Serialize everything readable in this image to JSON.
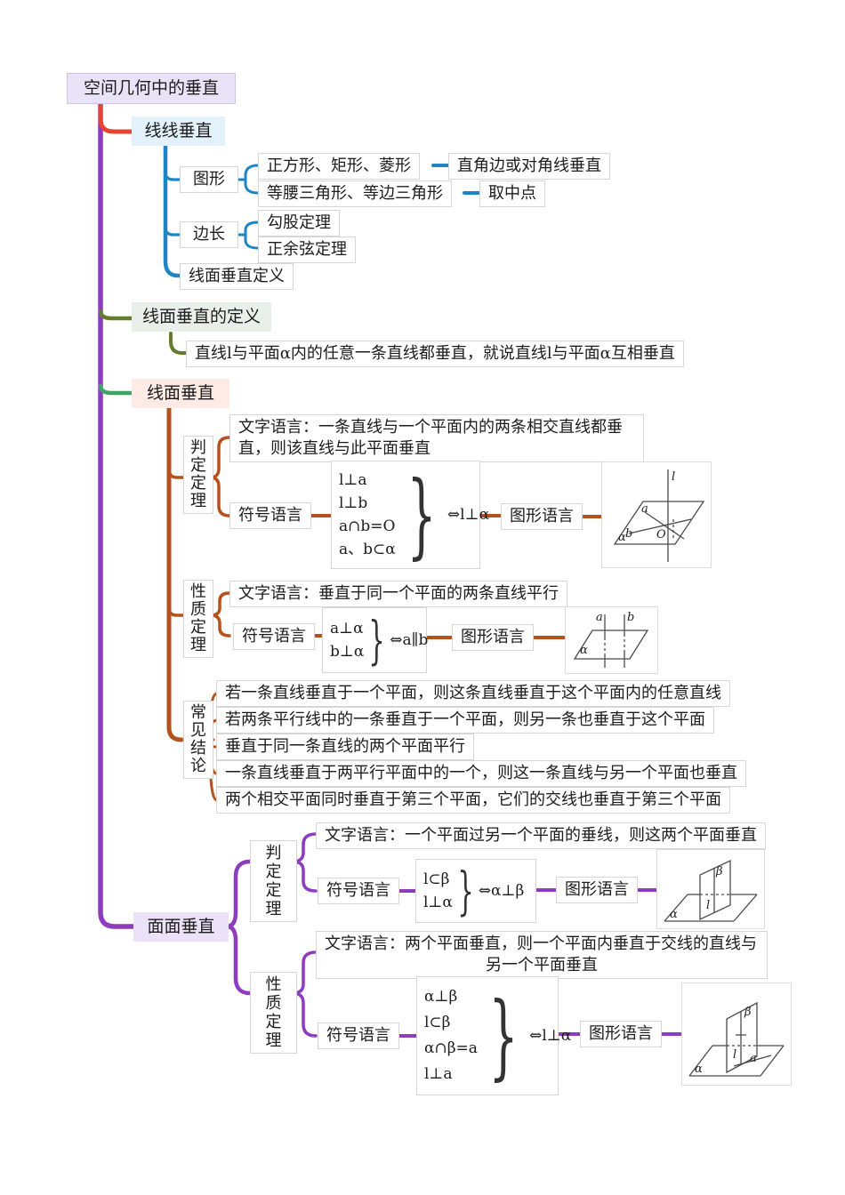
{
  "root": {
    "label": "空间几何中的垂直"
  },
  "colors": {
    "trunk_purple": "#8d3bbf",
    "red": "#e8432e",
    "blue": "#1d86c2",
    "olive": "#637c2e",
    "green": "#3fa463",
    "orange": "#b4511c",
    "root_fill": "#e9e3f7",
    "xianxian_fill": "#e3f1fb",
    "def_fill": "#e9efe9",
    "xianmian_fill": "#feebe6",
    "mianmian_fill": "#ebe1f8"
  },
  "branch_xianxian": {
    "label": "线线垂直",
    "tuxing_label": "图形",
    "row1": {
      "label": "正方形、矩形、菱形",
      "result": "直角边或对角线垂直"
    },
    "row2": {
      "label": "等腰三角形、等边三角形",
      "result": "取中点"
    },
    "bianchang_label": "边长",
    "gougu": "勾股定理",
    "zhengyuxian": "正余弦定理",
    "xianmian_dingyi": "线面垂直定义"
  },
  "branch_xianmian_def": {
    "label": "线面垂直的定义",
    "content": "直线l与平面α内的任意一条直线都垂直，就说直线l与平面α互相垂直"
  },
  "branch_xianmian": {
    "label": "线面垂直",
    "panding": {
      "label": "判定定理",
      "wenzi": "文字语言：一条直线与一个平面内的两条相交直线都垂直，则该直线与此平面垂直",
      "fuhao_label": "符号语言",
      "formula": {
        "lines": [
          "l⊥a",
          "l⊥b",
          "a∩b=O",
          "a、b⊂α"
        ],
        "brace": "}",
        "result": "⇔l⊥α"
      },
      "tuxing_label": "图形语言",
      "figure": {
        "l": "l",
        "a": "a",
        "b": "b",
        "O": "O",
        "alpha": "α"
      }
    },
    "xingzhi": {
      "label": "性质定理",
      "wenzi": "文字语言：垂直于同一个平面的两条直线平行",
      "fuhao_label": "符号语言",
      "formula": {
        "lines": [
          "a⊥α",
          "b⊥α"
        ],
        "brace": "}",
        "result": "⇔a∥b"
      },
      "tuxing_label": "图形语言",
      "figure": {
        "a": "a",
        "b": "b",
        "alpha": "α"
      }
    },
    "jielun": {
      "label": "常见结论",
      "rows": [
        "若一条直线垂直于一个平面，则这条直线垂直于这个平面内的任意直线",
        "若两条平行线中的一条垂直于一个平面，则另一条也垂直于这个平面",
        "垂直于同一条直线的两个平面平行",
        "一条直线垂直于两平行平面中的一个，则这一条直线与另一个平面也垂直",
        "两个相交平面同时垂直于第三个平面，它们的交线也垂直于第三个平面"
      ]
    }
  },
  "branch_mianmian": {
    "label": "面面垂直",
    "panding": {
      "label": "判定定理",
      "wenzi": "文字语言：一个平面过另一个平面的垂线，则这两个平面垂直",
      "fuhao_label": "符号语言",
      "formula": {
        "lines": [
          "l⊂β",
          "l⊥α"
        ],
        "brace": "}",
        "result": "⇔α⊥β"
      },
      "tuxing_label": "图形语言",
      "figure": {
        "alpha": "α",
        "beta": "β",
        "l": "l"
      }
    },
    "xingzhi": {
      "label": "性质定理",
      "wenzi_line1": "文字语言：两个平面垂直，则一个平面内垂直于交线的直线与",
      "wenzi_line2": "另一个平面垂直",
      "fuhao_label": "符号语言",
      "formula": {
        "lines": [
          "α⊥β",
          "l⊂β",
          "α∩β=a",
          "l⊥a"
        ],
        "brace": "}",
        "result": "⇔l⊥α"
      },
      "tuxing_label": "图形语言",
      "figure": {
        "alpha": "α",
        "beta": "β",
        "l": "l",
        "a": "a"
      }
    }
  }
}
